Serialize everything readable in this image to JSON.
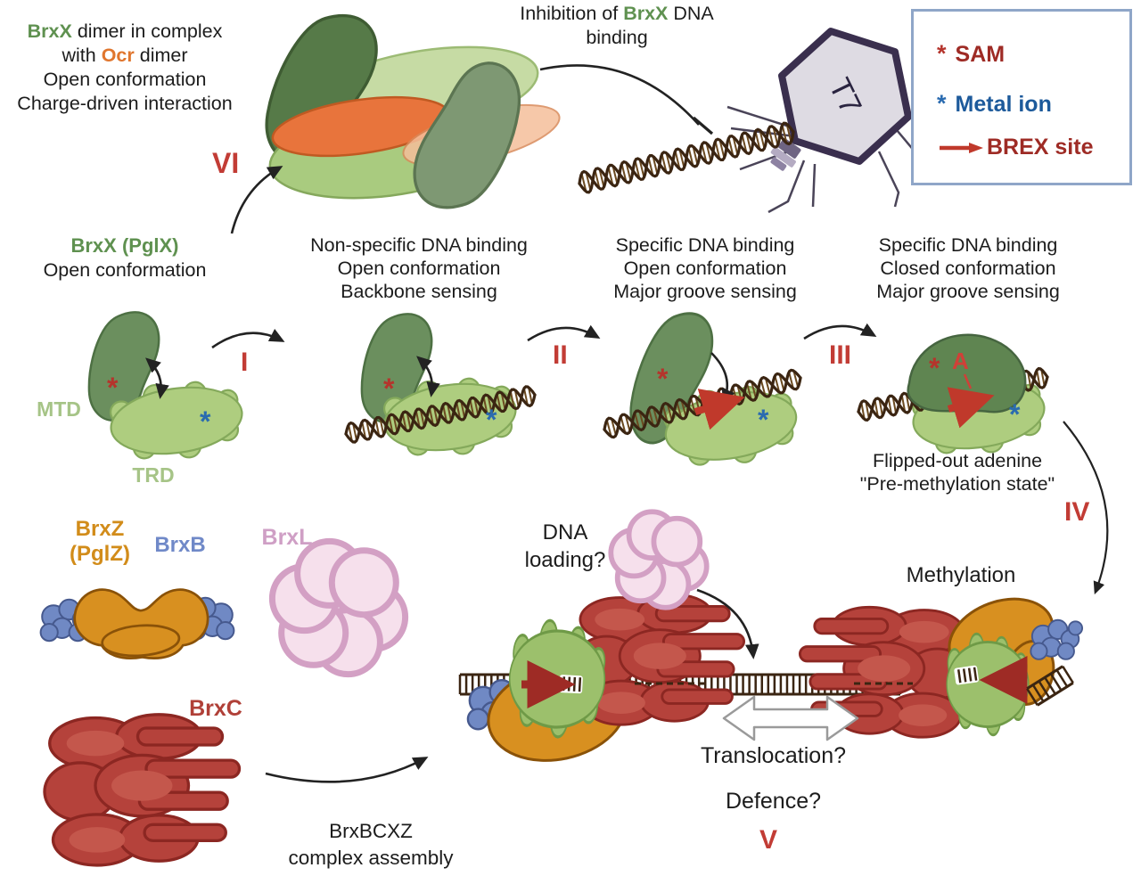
{
  "palette": {
    "brxx_green": "#5f9150",
    "ocr_orange": "#e0762e",
    "mtd_trd_green": "#a6c487",
    "brxz_gold": "#d28c1a",
    "brxb_blue": "#7089c8",
    "brxl_pink": "#cf9fc5",
    "brxc_red": "#b04038",
    "sam_red": "#9e2b25",
    "metal_blue": "#1d5a9b",
    "numeral_red": "#c23c35",
    "legend_border": "#8fa6c8"
  },
  "top_left": {
    "brxx": "BrxX",
    "rest1": " dimer in complex",
    "pre2": "with ",
    "ocr": "Ocr",
    "post2": " dimer",
    "line3": "Open conformation",
    "line4": "Charge-driven interaction"
  },
  "inhibition": {
    "pre": "Inhibition of ",
    "brxx": "BrxX",
    "post": " DNA",
    "line2": "binding"
  },
  "phage": {
    "label": "T7"
  },
  "legend": {
    "star": "*",
    "sam": "SAM",
    "metal": "Metal ion",
    "brex": "BREX site"
  },
  "stages": {
    "s1": {
      "title": "BrxX (PglX)",
      "subtitle": "Open conformation",
      "mtd": "MTD",
      "trd": "TRD"
    },
    "s2": {
      "l1": "Non-specific DNA binding",
      "l2": "Open conformation",
      "l3": "Backbone sensing"
    },
    "s3": {
      "l1": "Specific DNA binding",
      "l2": "Open conformation",
      "l3": "Major groove sensing"
    },
    "s4": {
      "l1": "Specific DNA binding",
      "l2": "Closed conformation",
      "l3": "Major groove sensing",
      "adenine": "A",
      "cap1": "Flipped-out adenine",
      "cap2": "\"Pre-methylation state\""
    }
  },
  "numerals": {
    "i": "I",
    "ii": "II",
    "iii": "III",
    "iv": "IV",
    "v": "V",
    "vi": "VI"
  },
  "proteins": {
    "brxz_l1": "BrxZ",
    "brxz_l2": "(PglZ)",
    "brxb": "BrxB",
    "brxl": "BrxL",
    "brxc": "BrxC"
  },
  "assembly": {
    "l1": "BrxBCXZ",
    "l2": "complex assembly"
  },
  "bottom": {
    "loading_l1": "DNA",
    "loading_l2": "loading?",
    "methylation": "Methylation",
    "translocation": "Translocation?",
    "defence": "Defence?"
  },
  "symbols": {
    "star": "*"
  }
}
